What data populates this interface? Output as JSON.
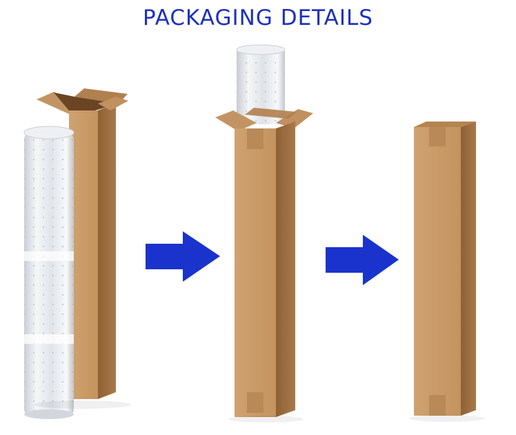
{
  "heading": {
    "text": "PACKAGING DETAILS"
  },
  "colors": {
    "title": "#1c2fc0",
    "arrow": "#1a33cc",
    "box_front": "#c89a66",
    "box_side": "#9c6e40",
    "box_flap": "#b88855",
    "tape": "#b98a58",
    "plastic": "#e6e9ee"
  },
  "steps": [
    {
      "id": "roll-beside-open-box"
    },
    {
      "id": "roll-inserted-in-box"
    },
    {
      "id": "sealed-box"
    }
  ],
  "arrows": [
    {
      "icon": "right-arrow-icon"
    },
    {
      "icon": "right-arrow-icon"
    }
  ]
}
